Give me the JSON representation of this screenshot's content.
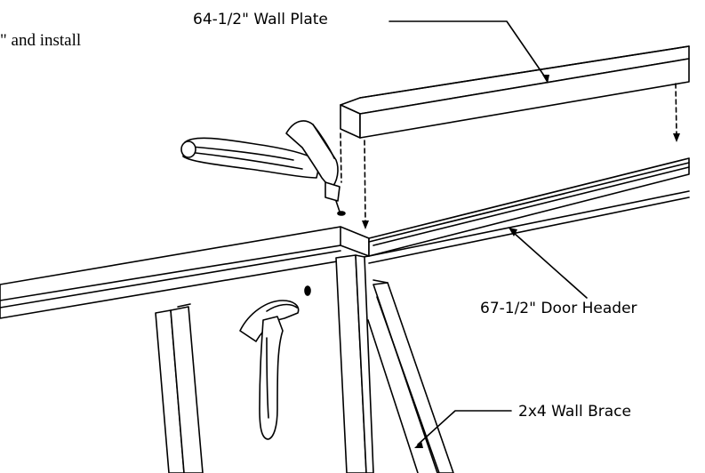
{
  "instruction_fragment": "\" and install",
  "labels": {
    "wall_plate": "64-1/2\" Wall Plate",
    "door_header": "67-1/2\" Door Header",
    "wall_brace": "2x4 Wall Brace"
  },
  "colors": {
    "ink": "#000000",
    "paper": "#ffffff"
  }
}
